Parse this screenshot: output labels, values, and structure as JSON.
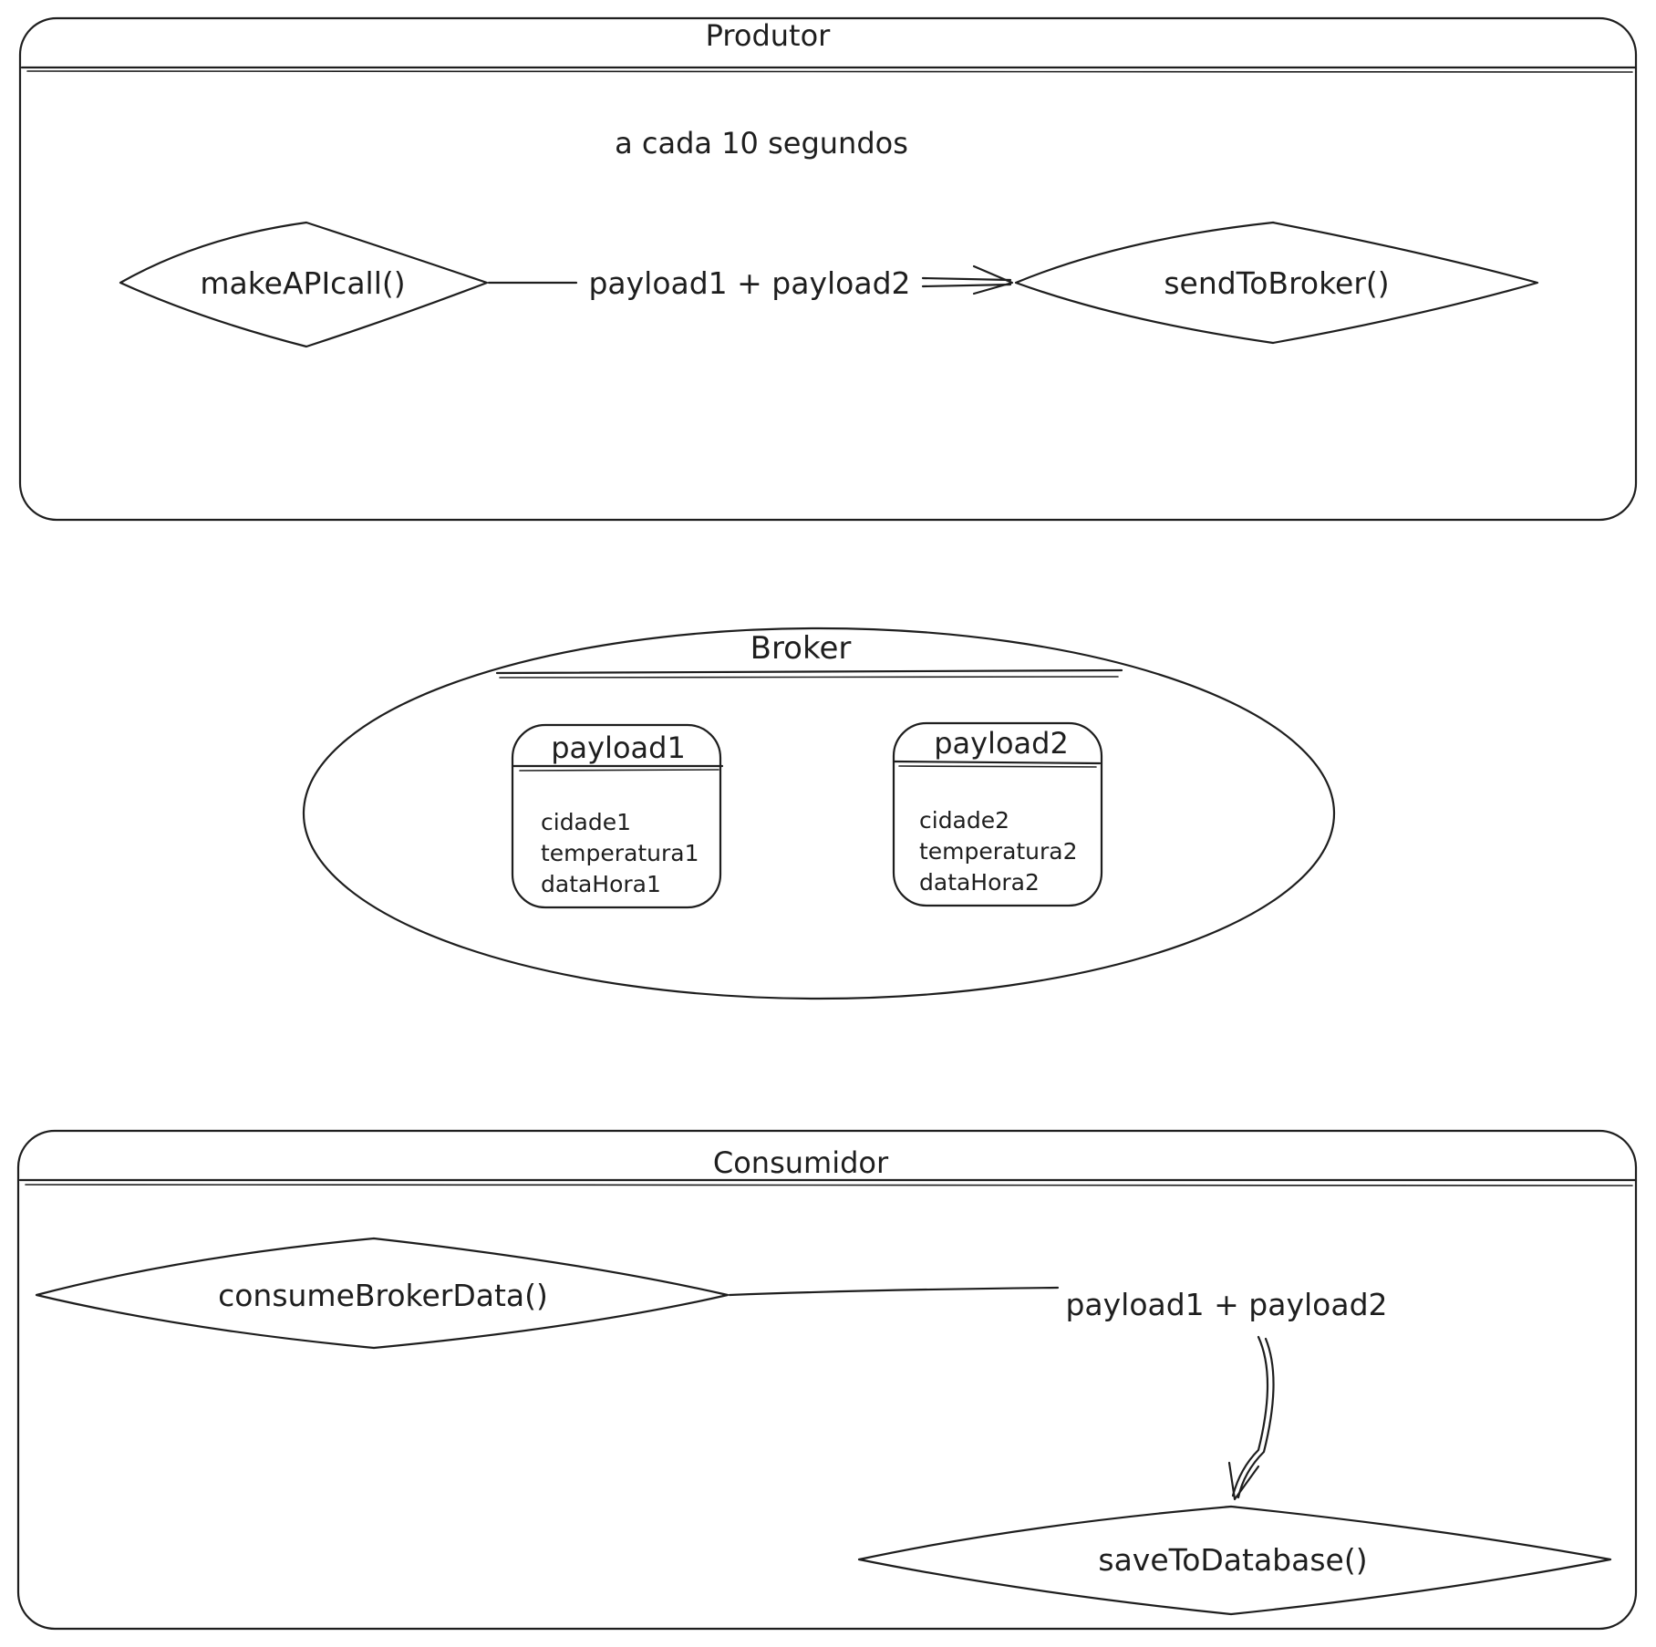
{
  "producer": {
    "title": "Produtor",
    "interval_label": "a cada 10 segundos",
    "make_api_call": "makeAPIcall()",
    "payload_label": "payload1 + payload2",
    "send_to_broker": "sendToBroker()"
  },
  "broker": {
    "title": "Broker",
    "payloads": [
      {
        "name": "payload1",
        "fields": [
          "cidade1",
          "temperatura1",
          "dataHora1"
        ]
      },
      {
        "name": "payload2",
        "fields": [
          "cidade2",
          "temperatura2",
          "dataHora2"
        ]
      }
    ]
  },
  "consumer": {
    "title": "Consumidor",
    "consume_broker_data": "consumeBrokerData()",
    "payload_label": "payload1 + payload2",
    "save_to_database": "saveToDatabase()"
  }
}
